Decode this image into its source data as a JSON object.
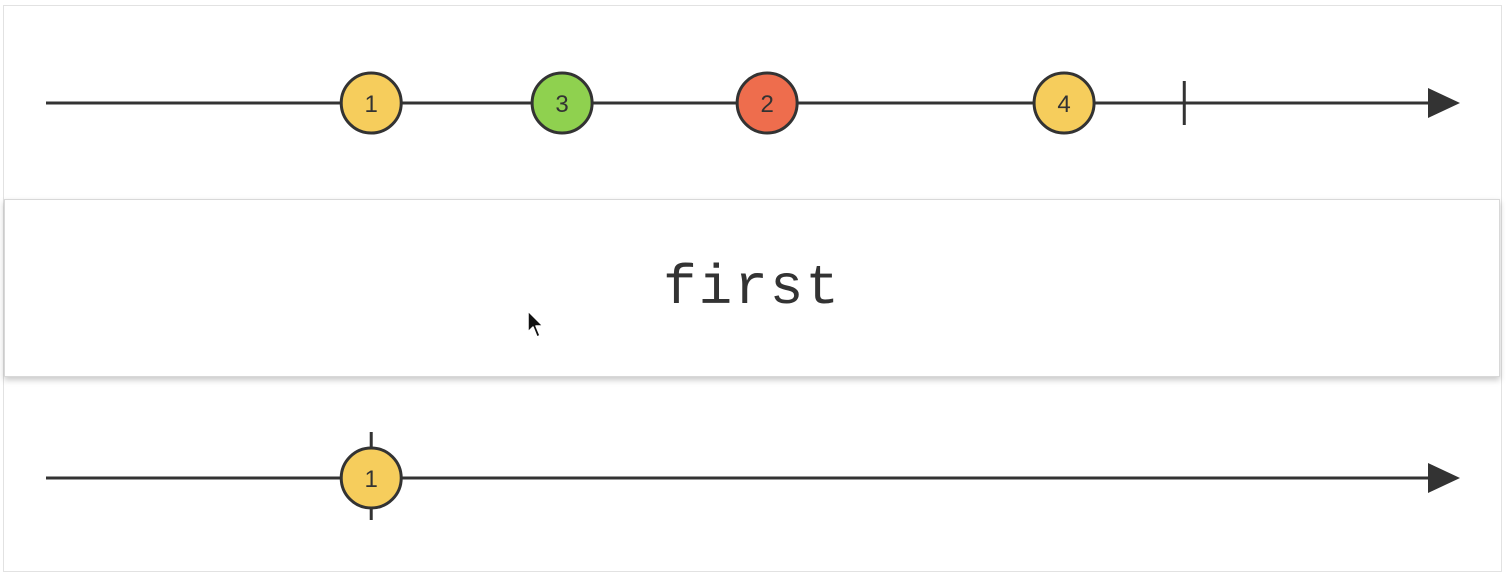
{
  "diagram": {
    "operator": "first",
    "input": {
      "marbles": [
        {
          "label": "1",
          "time": 23,
          "color": "#f6cd5c"
        },
        {
          "label": "3",
          "time": 36.5,
          "color": "#8fd14f"
        },
        {
          "label": "2",
          "time": 51,
          "color": "#ee6d4d"
        },
        {
          "label": "4",
          "time": 72,
          "color": "#f6cd5c"
        }
      ],
      "completion_time": 80.5
    },
    "output": {
      "marbles": [
        {
          "label": "1",
          "time": 23,
          "color": "#f6cd5c"
        }
      ],
      "completion_time": 23
    },
    "timeline_color": "#333333"
  }
}
